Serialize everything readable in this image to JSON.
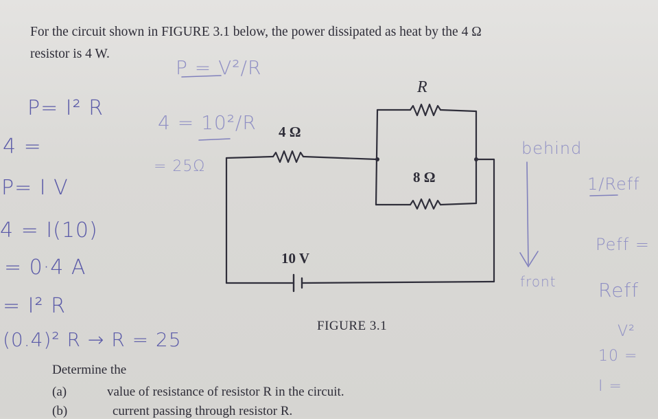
{
  "question": {
    "intro_line1": "For the circuit shown in FIGURE 3.1 below, the power dissipated as heat by the 4 Ω",
    "intro_line2": "resistor is 4 W.",
    "determine": "Determine the",
    "part_a_label": "(a)",
    "part_a_text": "value of resistance of resistor R in the circuit.",
    "part_b_label": "(b)",
    "part_b_text": "current passing through resistor R."
  },
  "figure": {
    "caption": "FIGURE 3.1",
    "label_R": "R",
    "label_4ohm": "4 Ω",
    "label_8ohm": "8 Ω",
    "label_source": "10 V"
  },
  "handwriting": {
    "left": [
      "P= I² R",
      "4 =",
      "P= I V",
      "4 = I(10)",
      "= 0·4 A",
      "= I² R",
      "(0.4)² R → R = 25"
    ],
    "middle": [
      "P = V²/R",
      "4 = 10²/R",
      "= 25Ω"
    ],
    "right": [
      "behind",
      "1/Reff",
      "Peff =",
      "front",
      "Reff",
      "V²",
      "10 =",
      "I ="
    ]
  }
}
